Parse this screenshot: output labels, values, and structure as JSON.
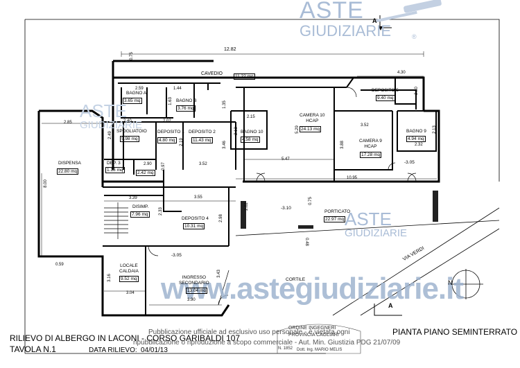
{
  "watermark": {
    "brand_top": "ASTE",
    "brand_bottom": "GIUDIZIARIE",
    "site_url": "www.astegiudiziarie.it",
    "registered": "®",
    "color": "#9fb4cf"
  },
  "rooms": [
    {
      "id": "cavedio",
      "name": "CAVEDIO",
      "area": "11.22 mq"
    },
    {
      "id": "bagno_a",
      "name": "BAGNO A",
      "area": "3.65 mq"
    },
    {
      "id": "bagno_b",
      "name": "BAGNO B",
      "area": "3.76 mq"
    },
    {
      "id": "spogliatoio",
      "name": "SPOGLIATOIO",
      "area": "5.98 mq"
    },
    {
      "id": "deposito1",
      "name": "DEPOSITO 1",
      "area": "4.80 mq"
    },
    {
      "id": "deposito2",
      "name": "DEPOSITO 2",
      "area": "11.43 mq"
    },
    {
      "id": "bagno10",
      "name": "BAGNO 10",
      "area": "4.58 mq"
    },
    {
      "id": "camera10",
      "name": "CAMERA 10\nHCAP",
      "area": "24.13 mq"
    },
    {
      "id": "deposito5",
      "name": "DEPOSITO 5",
      "area": "9.40 mq"
    },
    {
      "id": "camera9",
      "name": "CAMERA 9\nHCAP",
      "area": "17.28 mq"
    },
    {
      "id": "bagno9",
      "name": "BAGNO 9",
      "area": "4.94 mq"
    },
    {
      "id": "dispensa",
      "name": "DISPENSA",
      "area": "22.80 mq"
    },
    {
      "id": "dep3",
      "name": "DEP. 3",
      "area": "1.18 mq"
    },
    {
      "id": "wc_small",
      "name": "",
      "area": "2.42 mq"
    },
    {
      "id": "disimp",
      "name": "DISIMP.",
      "area": "7.96 mq"
    },
    {
      "id": "deposito4",
      "name": "DEPOSITO 4",
      "area": "10.31 mq"
    },
    {
      "id": "porticato",
      "name": "PORTICATO",
      "area": "22.97 mq"
    },
    {
      "id": "locale_caldaia",
      "name": "LOCALE\nCALDAIA",
      "area": "9.52 mq"
    },
    {
      "id": "ingresso",
      "name": "INGRESSO\nSECONDARIO",
      "area": "13.04 mq"
    },
    {
      "id": "cortile",
      "name": "CORTILE",
      "area": ""
    }
  ],
  "dimensions": {
    "overall": "12.82",
    "top_left": "0.75",
    "right_top": "4.30",
    "right_v": "2.30",
    "bagno_a_w": "2.59",
    "v_144": "1.44",
    "v_163": "1.63",
    "v_135": "1.35",
    "spog_w": "2.40",
    "dep1_w": "2.02",
    "v_249": "2.49",
    "v_219": "2.19",
    "b10_w": "2.15",
    "v_213": "2.13",
    "v_346": "3.46",
    "v_529": "5.29",
    "c9_w": "3.52",
    "v_388": "3.88",
    "b9_v": "2.13",
    "b9_w": "2.32",
    "disp_w": "2.85",
    "disp_h": "8.00",
    "w_290": "2.90",
    "v_097": "0.97",
    "w_352": "3.52",
    "w_547": "5.47",
    "w_1095": "10.95",
    "w_339": "3.39",
    "w_355": "3.55",
    "v_233": "2.33",
    "v_298": "2.98",
    "v_202": "2.02",
    "v_075b": "0.75",
    "w_059": "0.59",
    "v_316": "3.16",
    "w_304": "3.04",
    "v_343": "3.43",
    "w_390": "3.90",
    "w_0480": "0.48"
  },
  "levels": {
    "l1": "-3.05",
    "l2": "-3.10",
    "l3": "-3.05"
  },
  "markers": {
    "section_top": "A",
    "section_bottom": "A",
    "north": "N"
  },
  "street": "VIA VERDI",
  "titles": {
    "main": "RILIEVO DI ALBERGO IN LACONI - CORSO GARIBALDI 107",
    "sheet": "TAVOLA N.1",
    "date_label": "DATA RILIEVO:",
    "date_value": "04/01/13",
    "plan": "PIANTA PIANO SEMINTERRATO"
  },
  "disclaimer": {
    "line1": "Pubblicazione ufficiale ad esclusivo uso personale - è vietata ogni",
    "line2": "ripubblicazione o riproduzione a scopo commerciale - Aut. Min. Giustizia PDG 21/07/09"
  },
  "stamp": {
    "l1": "ORDINE INGEGNERI",
    "l2": "PROVINCIA CAGLIARI",
    "l3": "Dott. Ing. MARIO MELIS",
    "no": "N. 1852"
  }
}
